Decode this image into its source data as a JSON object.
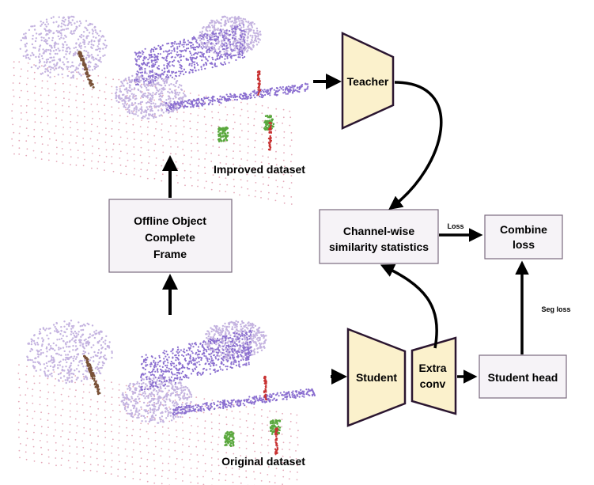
{
  "images": {
    "improved": {
      "caption": "Improved dataset"
    },
    "original": {
      "caption": "Original dataset"
    }
  },
  "boxes": {
    "offline_frame": {
      "lines": [
        "Offline Object",
        "Complete",
        "Frame"
      ]
    },
    "similarity": {
      "lines": [
        "Channel-wise",
        "similarity statistics"
      ]
    },
    "combine_loss": {
      "lines": [
        "Combine",
        "loss"
      ]
    },
    "student_head": {
      "label": "Student head"
    }
  },
  "networks": {
    "teacher": {
      "label": "Teacher"
    },
    "student": {
      "label": "Student"
    },
    "extra_conv": {
      "lines": [
        "Extra",
        "conv"
      ]
    }
  },
  "edges": {
    "loss_label": "Loss",
    "seg_loss_label": "Seg loss"
  },
  "colors": {
    "trapezoid_fill": "#fbf1cc",
    "trapezoid_stroke": "#2b1630",
    "box_fill": "#f6f3f7",
    "box_stroke": "#7a6a7e",
    "point_purple": "#8b6fd0",
    "point_lavender": "#c4b3e0",
    "point_pink": "#e4a8b8",
    "point_brown": "#7a5238",
    "point_green": "#5aa83e",
    "point_red": "#c83232"
  }
}
